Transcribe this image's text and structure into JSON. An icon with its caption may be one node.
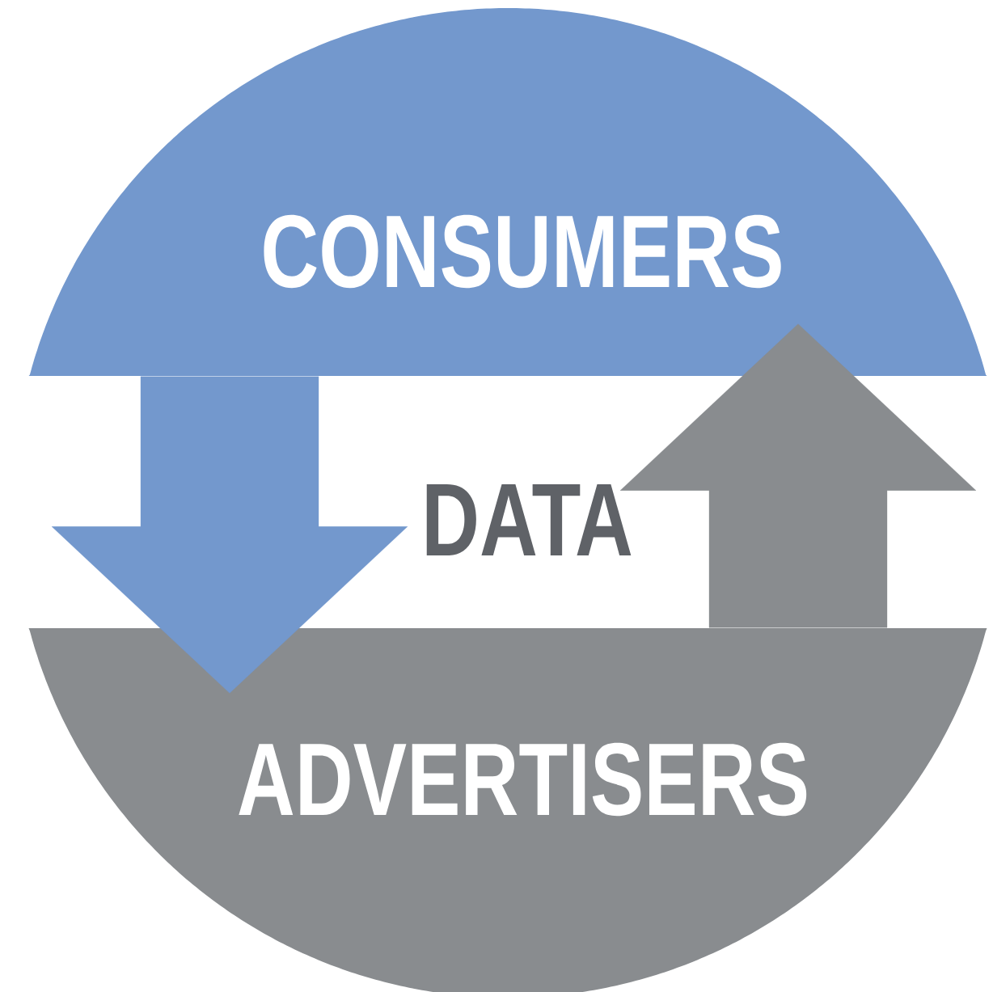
{
  "diagram": {
    "nodes": [
      {
        "text": [
          "CONSUMERS"
        ]
      },
      {
        "text": [
          "ADVERTISERS"
        ]
      }
    ],
    "edges": [
      {
        "from": 0,
        "to": 1,
        "arrow": "to",
        "color": "#7398cd"
      },
      {
        "from": 1,
        "to": 0,
        "arrow": "to",
        "color": "#898c8f"
      }
    ],
    "labels": [
      "DATA"
    ]
  }
}
